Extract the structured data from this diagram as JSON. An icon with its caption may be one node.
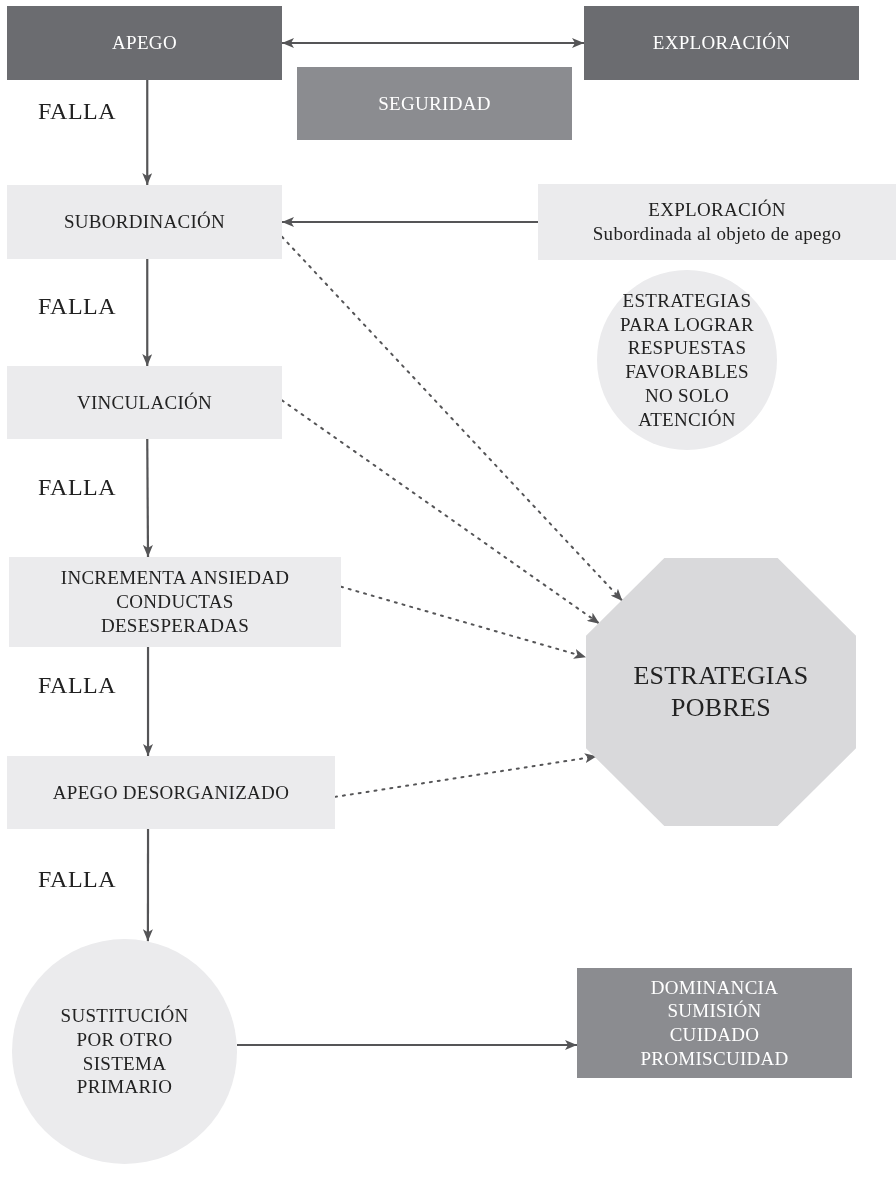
{
  "diagram": {
    "nodes": [
      {
        "text": [
          "APEGO"
        ]
      },
      {
        "text": [
          "EXPLORACIÓN"
        ]
      },
      {
        "text": [
          "SEGURIDAD"
        ]
      },
      {
        "text": [
          "SUBORDINACIÓN"
        ]
      },
      {
        "text": [
          "EXPLORACIÓN",
          "Subordinada al objeto de apego"
        ]
      },
      {
        "text": [
          "ESTRATEGIAS PARA LOGRAR RESPUESTAS FAVORABLES NO SOLO ATENCIÓN"
        ]
      },
      {
        "text": [
          "VINCULACIÓN"
        ]
      },
      {
        "text": [
          "INCREMENTA ANSIEDAD CONDUCTAS DESESPERADAS"
        ]
      },
      {
        "text": [
          "ESTRATEGIAS POBRES"
        ]
      },
      {
        "text": [
          "APEGO DESORGANIZADO"
        ]
      },
      {
        "text": [
          "SUSTITUCIÓN POR OTRO SISTEMA PRIMARIO"
        ]
      },
      {
        "text": [
          "DOMINANCIA SUMISIÓN CUIDADO PROMISCUIDAD"
        ]
      }
    ],
    "edges": [
      {
        "from": 0,
        "to": 1,
        "arrow": "both"
      },
      {
        "from": 0,
        "to": 3,
        "arrow": "to",
        "label": "FALLA"
      },
      {
        "from": 4,
        "to": 3,
        "arrow": "to"
      },
      {
        "from": 3,
        "to": 6,
        "arrow": "to",
        "label": "FALLA"
      },
      {
        "from": 6,
        "to": 7,
        "arrow": "to",
        "label": "FALLA"
      },
      {
        "from": 7,
        "to": 9,
        "arrow": "to",
        "label": "FALLA"
      },
      {
        "from": 9,
        "to": 10,
        "arrow": "to",
        "label": "FALLA"
      },
      {
        "from": 10,
        "to": 11,
        "arrow": "to"
      },
      {
        "from": 3,
        "to": 8,
        "arrow": "to",
        "style": "dashed"
      },
      {
        "from": 6,
        "to": 8,
        "arrow": "to",
        "style": "dashed"
      },
      {
        "from": 7,
        "to": 8,
        "arrow": "to",
        "style": "dashed"
      },
      {
        "from": 9,
        "to": 8,
        "arrow": "to",
        "style": "dashed"
      }
    ]
  }
}
